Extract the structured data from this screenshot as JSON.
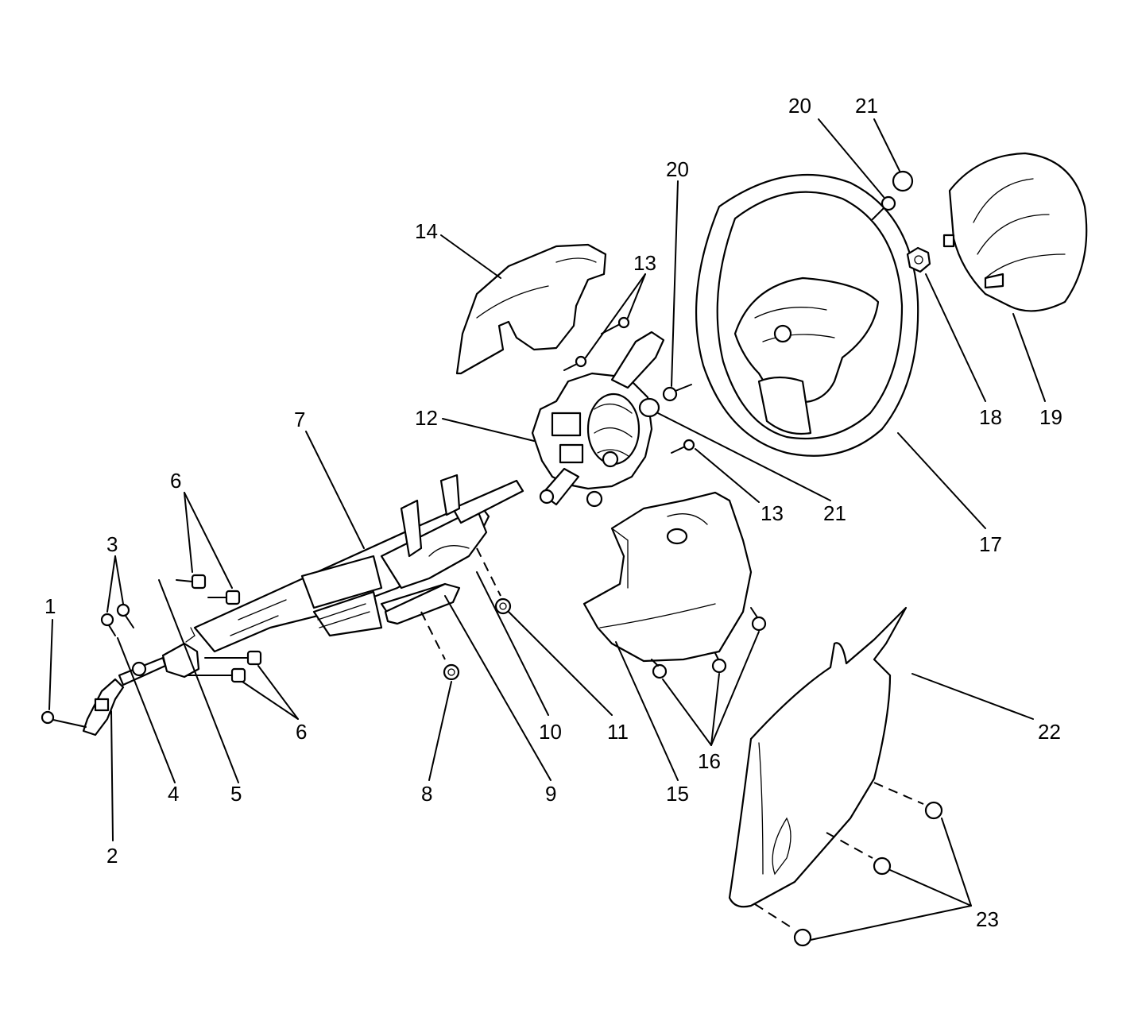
{
  "callouts": [
    "1",
    "2",
    "3",
    "4",
    "5",
    "6",
    "6",
    "7",
    "8",
    "9",
    "10",
    "11",
    "12",
    "13",
    "13",
    "14",
    "15",
    "16",
    "17",
    "18",
    "19",
    "20",
    "20",
    "21",
    "21",
    "22",
    "23"
  ]
}
